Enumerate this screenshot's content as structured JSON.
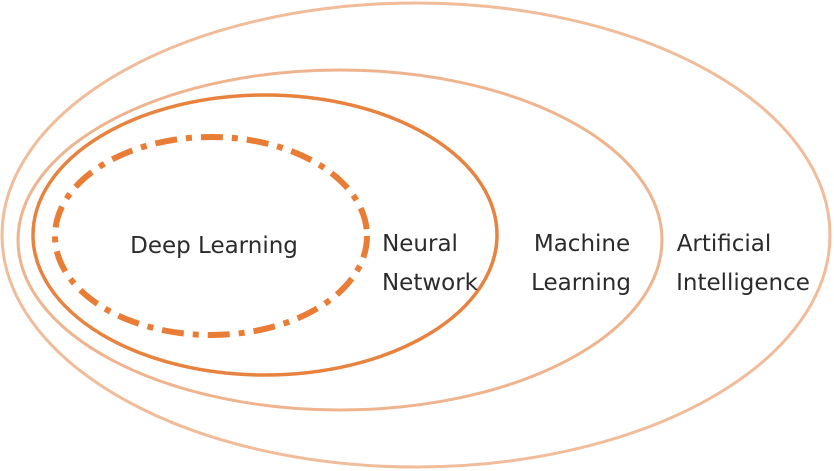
{
  "colors": {
    "outer_ellipse": "#f0bc9a",
    "middle_ellipse": "#eeb48e",
    "neural_network_ellipse": "#e8823f",
    "deep_learning_ellipse": "#ea7d35",
    "text": "#2b2b2b"
  },
  "diagram": {
    "nesting": [
      "Artificial Intelligence",
      "Machine Learning",
      "Neural Network",
      "Deep Learning"
    ],
    "artificial_intelligence": {
      "line1": "Artificial",
      "line2": "Intelligence"
    },
    "machine_learning": {
      "line1": "Machine",
      "line2": "Learning"
    },
    "neural_network": {
      "line1": "Neural",
      "line2": "Network"
    },
    "deep_learning": {
      "label": "Deep Learning",
      "border_style": "dash-dot"
    }
  }
}
